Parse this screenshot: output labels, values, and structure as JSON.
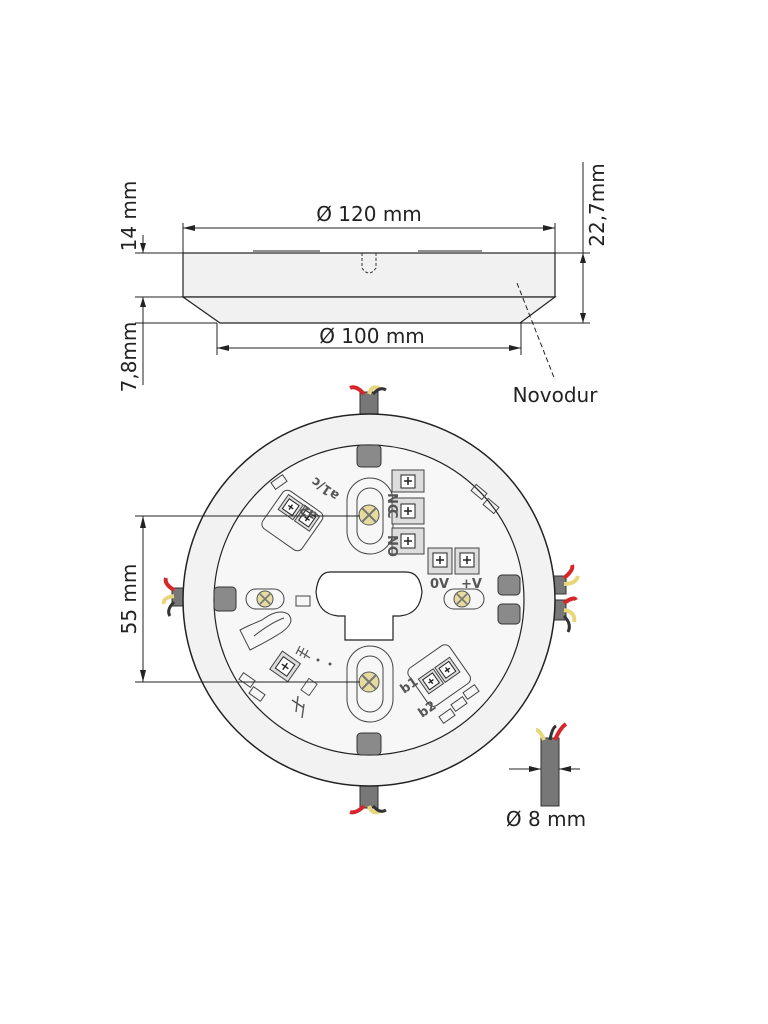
{
  "side_view": {
    "outer_diameter_label": "Ø 120 mm",
    "inner_diameter_label": "Ø 100 mm",
    "height_upper_label": "14 mm",
    "height_lower_label": "7,8mm",
    "total_height_label": "22,7mm",
    "material_label": "Novodur"
  },
  "top_view": {
    "spacing_label": "55 mm",
    "terminal_labels": {
      "a2": "a2",
      "a1c": "a1/c",
      "ov": "0V",
      "plusv": "+V",
      "b1": "b1",
      "b2": "b2",
      "nc": "NC",
      "c": "C",
      "no": "NO"
    }
  },
  "cable": {
    "diameter_label": "Ø 8 mm"
  },
  "colors": {
    "line": "#222222",
    "base_fill": "#f2f2f2",
    "terminal_fill": "#dddddd",
    "screw": "#e6dca0",
    "cable_grey": "#777777",
    "wire_red": "#d6262a",
    "wire_yellow": "#e8d77a"
  }
}
